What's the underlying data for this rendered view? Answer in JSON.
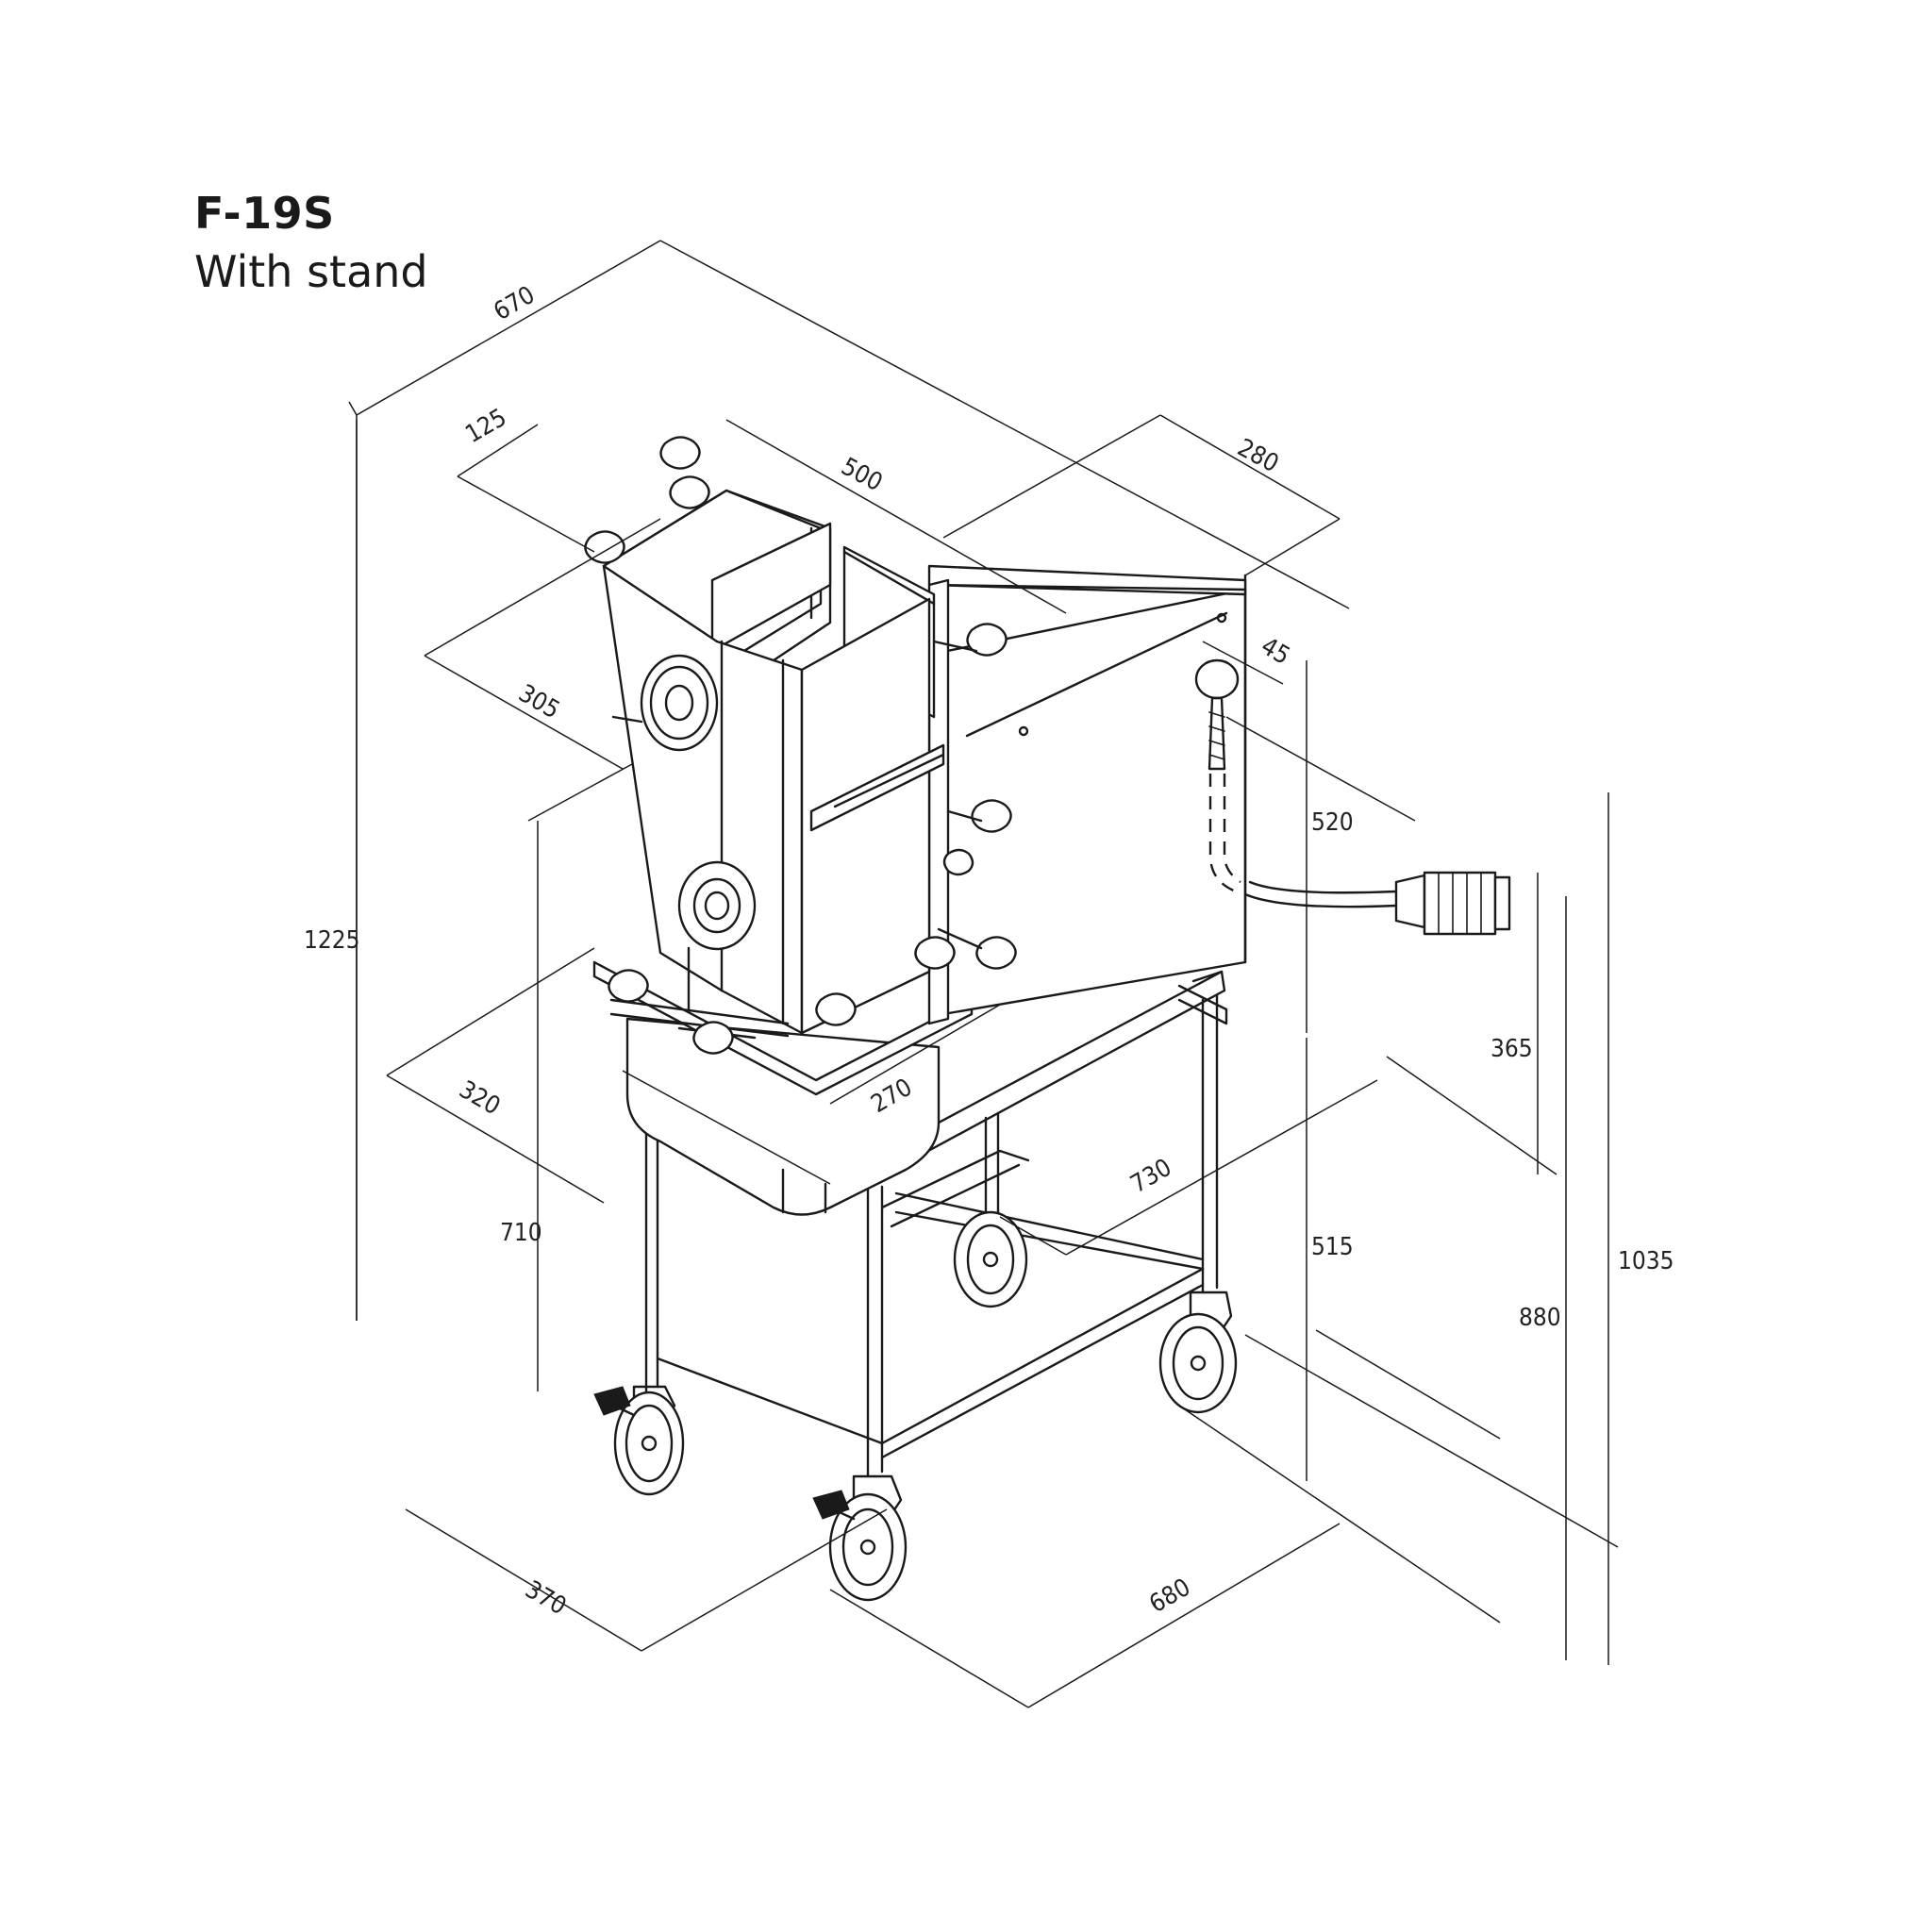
{
  "header": {
    "model": "F-19S",
    "variant": "With stand"
  },
  "dimensions": {
    "overall_length": "670",
    "hopper_offset": "125",
    "hopper_length": "500",
    "rear_depth": "280",
    "hopper_width": "305",
    "cord_offset": "45",
    "body_height": "520",
    "overall_height": "1225",
    "outlet_height": "365",
    "tray_width": "320",
    "tray_depth": "270",
    "top_height": "710",
    "stand_depth": "730",
    "stand_height": "515",
    "plug_height": "880",
    "total_height": "1035",
    "stand_width": "370",
    "stand_length": "680"
  },
  "colors": {
    "line": "#1a1a1a",
    "background": "#ffffff"
  }
}
